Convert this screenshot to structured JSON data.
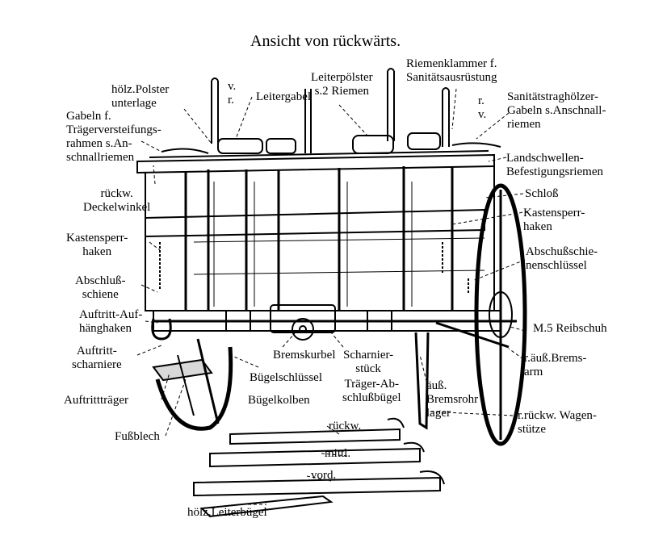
{
  "colors": {
    "ink": "#000000",
    "paper": "#ffffff"
  },
  "title": "Ansicht von rückwärts.",
  "labels": {
    "hoelz_polster": "hölz.Polster\nunterlage",
    "v_r_left": "v.\nr.",
    "leitergabel": "Leitergabel",
    "leiterpoelster": "Leiterpölster\ns.2 Riemen",
    "riemenklammer": "Riemenklammer f.\nSanitätsausrüstung",
    "r_v_right": "r.\nv.",
    "sanitaetstraghoelzer": "Sanitätstraghölzer-\nGabeln s.Anschnall-\nriemen",
    "gabeln_traeger": "Gabeln f.\nTrägerversteifungs-\nrahmen s.An-\nschnallriemen",
    "landschwellen": "Landschwellen-\nBefestigungsriemen",
    "rueckw_deckelwinkel": "rückw.\nDeckelwinkel",
    "schloss": "Schloß",
    "kastensperrhaken_right": "Kastensperr-\nhaken",
    "kastensperrhaken_left": "Kastensperr-\nhaken",
    "abschlussschienenschluessel": "Abschußschie-\nnenschlüssel",
    "abschlussschiene": "Abschluß-\nschiene",
    "auftritt_aufhaenghaken": "Auftritt-Auf-\nhänghaken",
    "m5_reibschuh": "M.5 Reibschuh",
    "auftrittscharniere": "Auftritt-\nscharniere",
    "bremskurbel": "Bremskurbel",
    "scharnierstueck": "Scharnier-\nstück",
    "r_aeuss_bremsarm": "r.äuß.Brems-\narm",
    "buegelschluessel": "Bügelschlüssel",
    "traeger_abschlussbuegel": "Träger-Ab-\nschlußbügel",
    "auftritttraeger": "Auftrittträger",
    "buegelkolben": "Bügelkolben",
    "aeuss_bremsrohr_lager": "äuß.\nBremsrohr\nlager",
    "r_rueckw_wagenstuetze": "r.rückw. Wagen-\nstütze",
    "fussblech": "Fußblech",
    "rueckw": "rückw.",
    "mittl": "mittl.",
    "vord": "vord.",
    "hoelz_leiterbuegel": "hölz.Leiterbügel"
  }
}
